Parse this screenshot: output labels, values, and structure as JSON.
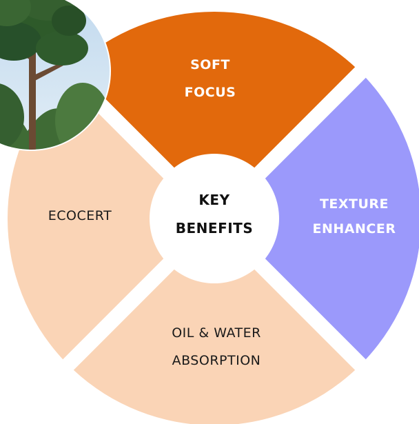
{
  "center": {
    "line1": "KEY",
    "line2": "BENEFITS"
  },
  "segments": [
    {
      "id": "soft-focus",
      "line1": "SOFT",
      "line2": "FOCUS",
      "color": "#E2690C",
      "text_color": "#FFFFFF"
    },
    {
      "id": "texture-enhancer",
      "line1": "TEXTURE",
      "line2": "ENHANCER",
      "color": "#9B99FB",
      "text_color": "#FFFFFF"
    },
    {
      "id": "oil-water-absorption",
      "line1": "OIL & WATER",
      "line2": "ABSORPTION",
      "color": "#FAD4B6",
      "text_color": "#1A1A1A"
    },
    {
      "id": "ecocert",
      "line1": "ECOCERT",
      "line2": "",
      "color": "#FAD4B6",
      "text_color": "#1A1A1A"
    }
  ],
  "photo": {
    "subject": "pine tree",
    "sky": "#CFE3F2",
    "foliage": "#2E5A2A",
    "trunk": "#6B4A33"
  }
}
